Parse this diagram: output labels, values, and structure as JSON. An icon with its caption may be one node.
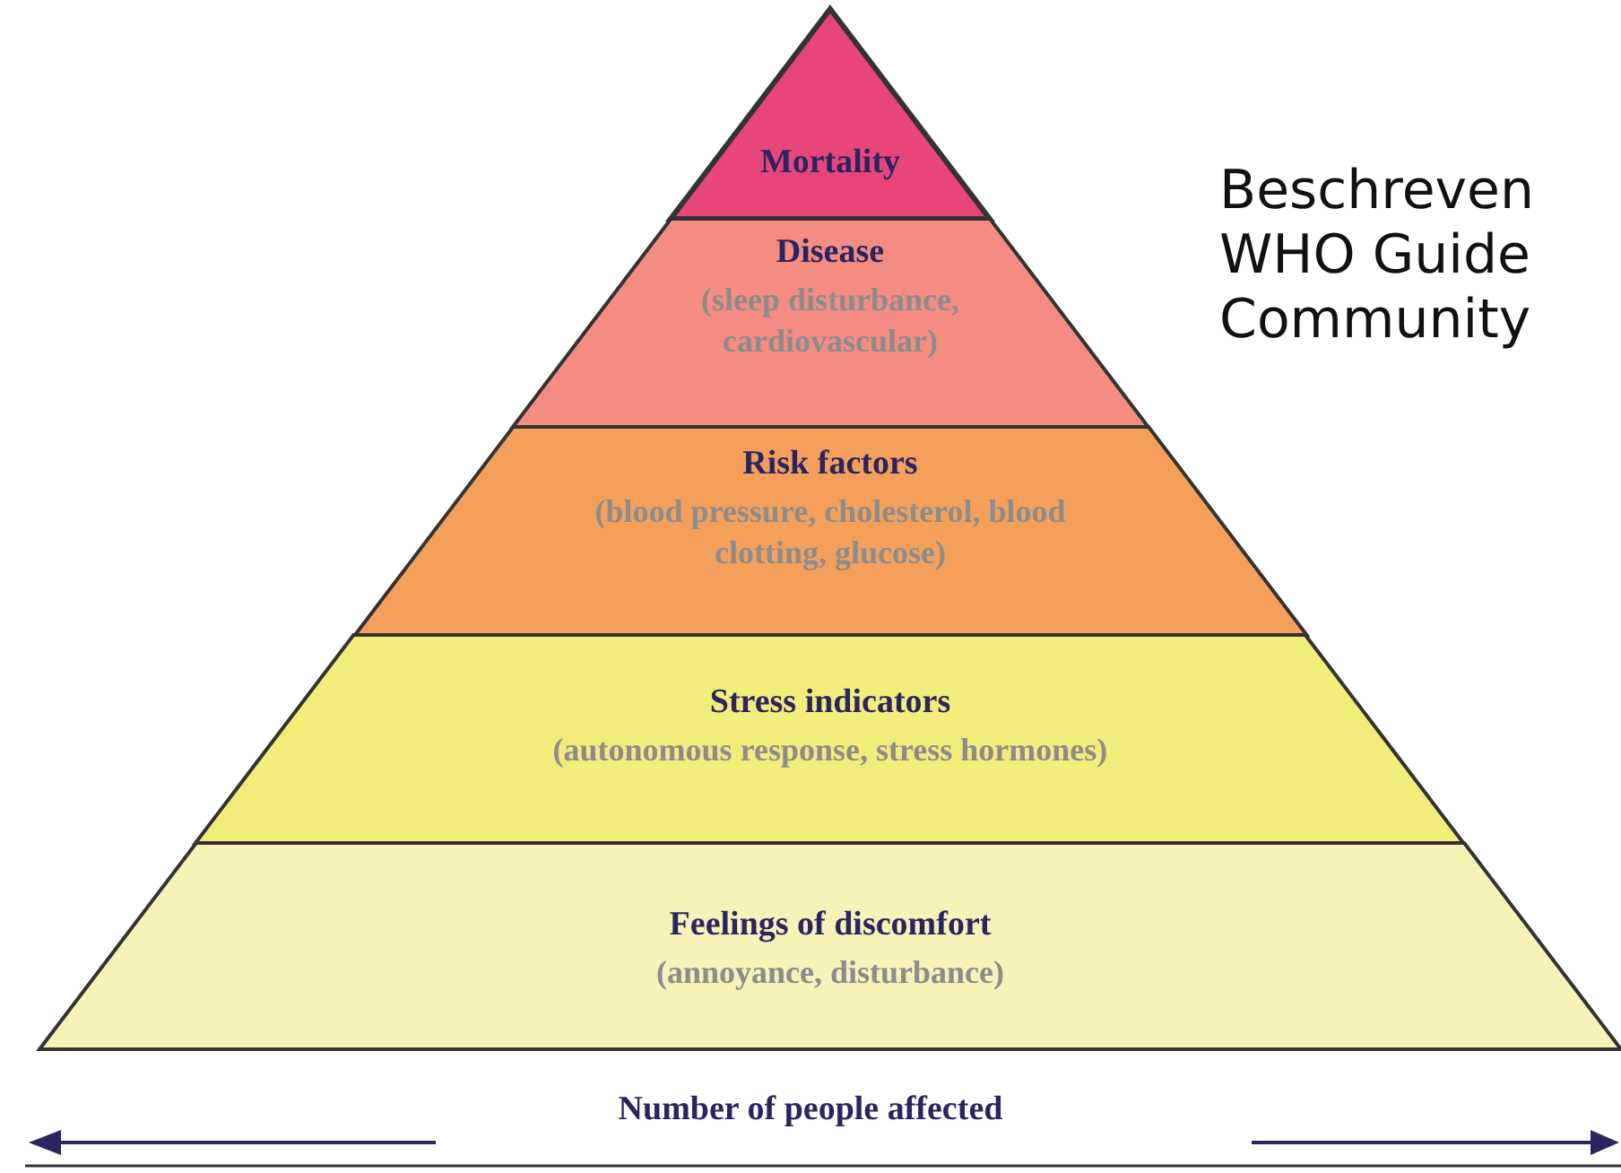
{
  "diagram": {
    "nodes": [
      {
        "text": [
          "Mortality"
        ]
      },
      {
        "text": [
          "Disease",
          "(sleep disturbance, cardiovascular)"
        ]
      },
      {
        "text": [
          "Risk factors",
          "(blood pressure, cholesterol, blood clotting, glucose)"
        ]
      },
      {
        "text": [
          "Stress indicators",
          "(autonomous response, stress hormones)"
        ]
      },
      {
        "text": [
          "Feelings of discomfort",
          "(annoyance, disturbance)"
        ]
      }
    ],
    "edges": [],
    "labels": [
      "Beschreven WHO Guide Community",
      "Number of people affected"
    ]
  }
}
